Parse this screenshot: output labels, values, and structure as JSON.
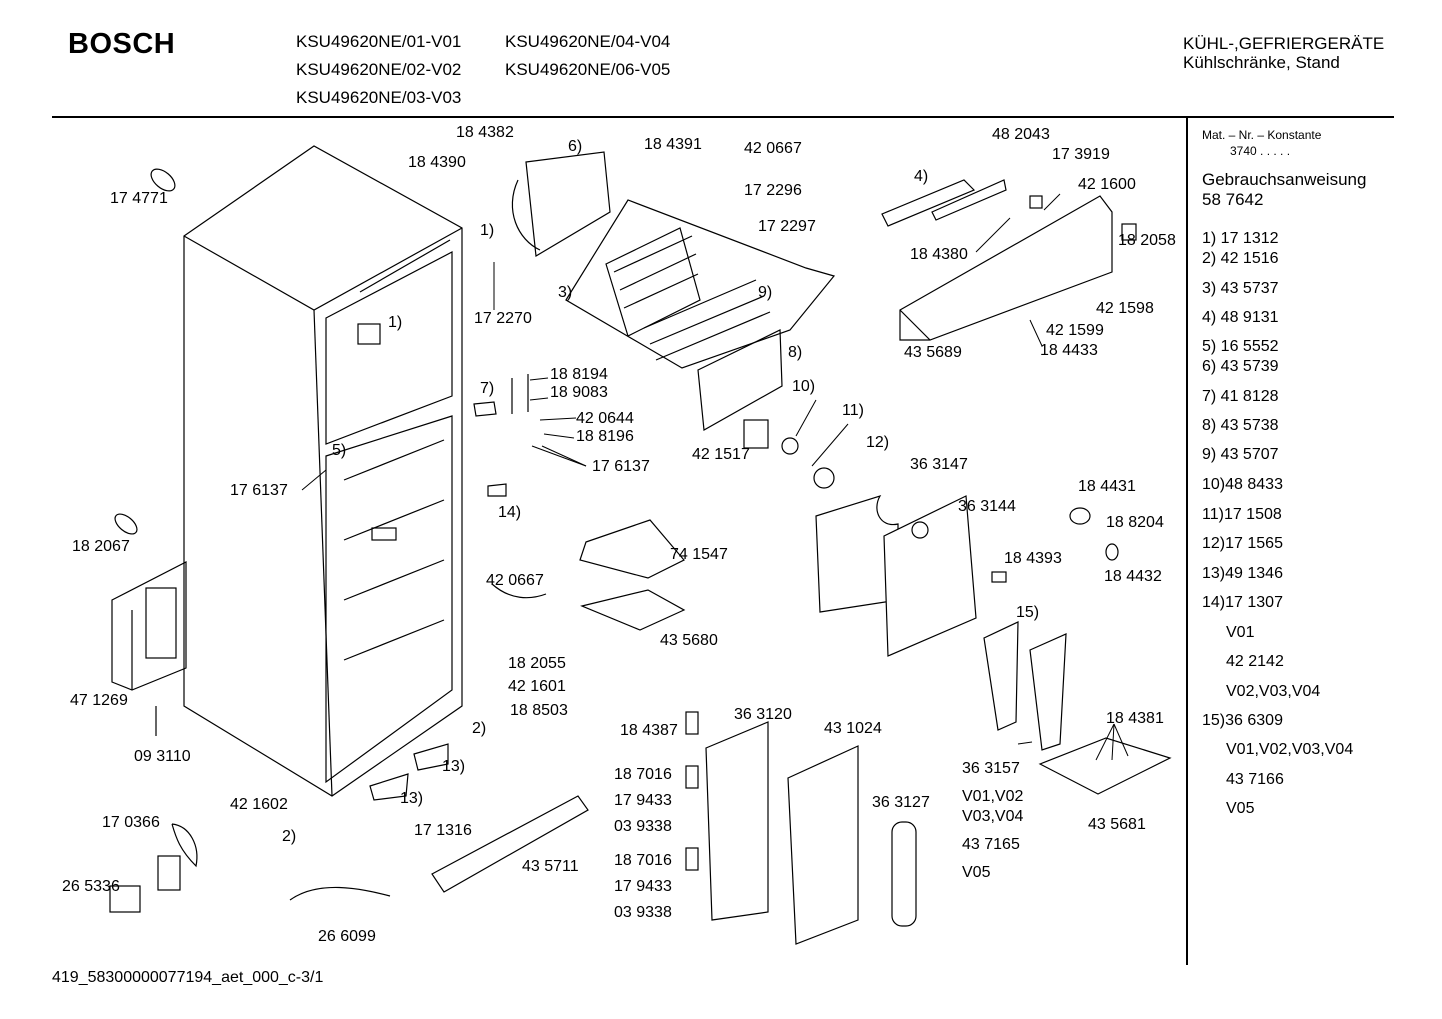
{
  "header": {
    "brand": "BOSCH",
    "models": [
      "KSU49620NE/01-V01",
      "KSU49620NE/02-V02",
      "KSU49620NE/03-V03",
      "KSU49620NE/04-V04",
      "KSU49620NE/06-V05"
    ],
    "category_line1": "KÜHL-,GEFRIERGERÄTE",
    "category_line2": "Kühlschränke, Stand"
  },
  "sidebar": {
    "mat_nr_label": "Mat. – Nr. – Konstante",
    "mat_nr_value": "3740  .  .   .  .  .",
    "manual_label": "Gebrauchsanweisung",
    "manual_number": "58 7642",
    "items": [
      "1)  17 1312",
      "2)  42 1516",
      "3)  43 5737",
      "4)  48 9131",
      "5)  16 5552",
      "6)  43 5739",
      "7)  41 8128",
      "8)  43 5738",
      "9)  43 5707",
      "10)48 8433",
      "11)17 1508",
      "12)17 1565",
      "13)49 1346",
      "14)17 1307",
      "V01",
      "42 2142",
      "V02,V03,V04",
      "15)36 6309",
      "V01,V02,V03,V04",
      "43 7166",
      "V05"
    ]
  },
  "labels": [
    "17 4771",
    "18 2067",
    "47 1269",
    "09 3110",
    "17 0366",
    "26 5336",
    "42 1602",
    "2)",
    "17 6137",
    "5)",
    "1)",
    "18 4382",
    "18 4390",
    "6)",
    "1)",
    "17 2270",
    "18 4391",
    "42 0667",
    "17 2296",
    "17 2297",
    "3)",
    "9)",
    "8)",
    "7)",
    "18 8194",
    "18 9083",
    "42 0644",
    "18 8196",
    "17 6137",
    "42 1517",
    "10)",
    "11)",
    "12)",
    "14)",
    "42 0667",
    "74 1547",
    "43 5680",
    "18 2055",
    "42 1601",
    "18 8503",
    "2)",
    "13)",
    "13)",
    "17 1316",
    "43 5711",
    "26 6099",
    "18 4387",
    "36 3120",
    "18 7016",
    "17 9433",
    "03 9338",
    "18 7016",
    "17 9433",
    "03 9338",
    "43 1024",
    "36 3127",
    "48 2043",
    "17 3919",
    "4)",
    "42 1600",
    "18 4380",
    "18 2058",
    "42 1598",
    "42 1599",
    "18 4433",
    "43 5689",
    "36 3147",
    "36 3144",
    "18 4431",
    "18 8204",
    "18 4432",
    "18 4393",
    "15)",
    "18 4381",
    "36 3157",
    "V01,V02",
    "V03,V04",
    "43 7165",
    "V05",
    "43 5681"
  ],
  "footer": {
    "code": "419_58300000077194_aet_000_c-3/1"
  }
}
